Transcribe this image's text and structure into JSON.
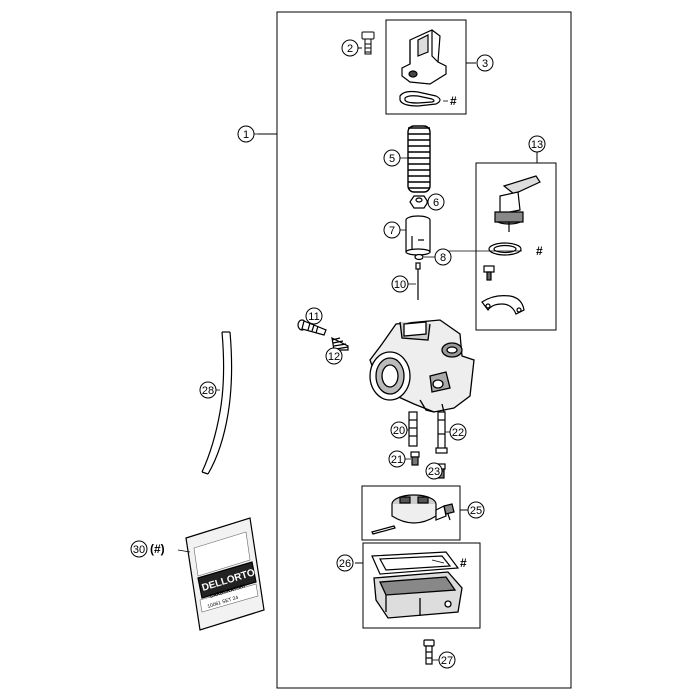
{
  "callouts": {
    "c1": "1",
    "c2": "2",
    "c3": "3",
    "c5": "5",
    "c6": "6",
    "c7": "7",
    "c8": "8",
    "c10": "10",
    "c11": "11",
    "c12": "12",
    "c13": "13",
    "c20": "20",
    "c21": "21",
    "c22": "22",
    "c23": "23",
    "c25": "25",
    "c26": "26",
    "c27": "27",
    "c28": "28"
  },
  "hash_marks": {
    "h3": "#",
    "h13": "#",
    "h26": "#"
  },
  "label_30": {
    "number": "30",
    "suffix": "(#)"
  },
  "package": {
    "brand": "DELLORTO",
    "line2": "CARBURATORI",
    "line3": "10061 SET 24"
  }
}
